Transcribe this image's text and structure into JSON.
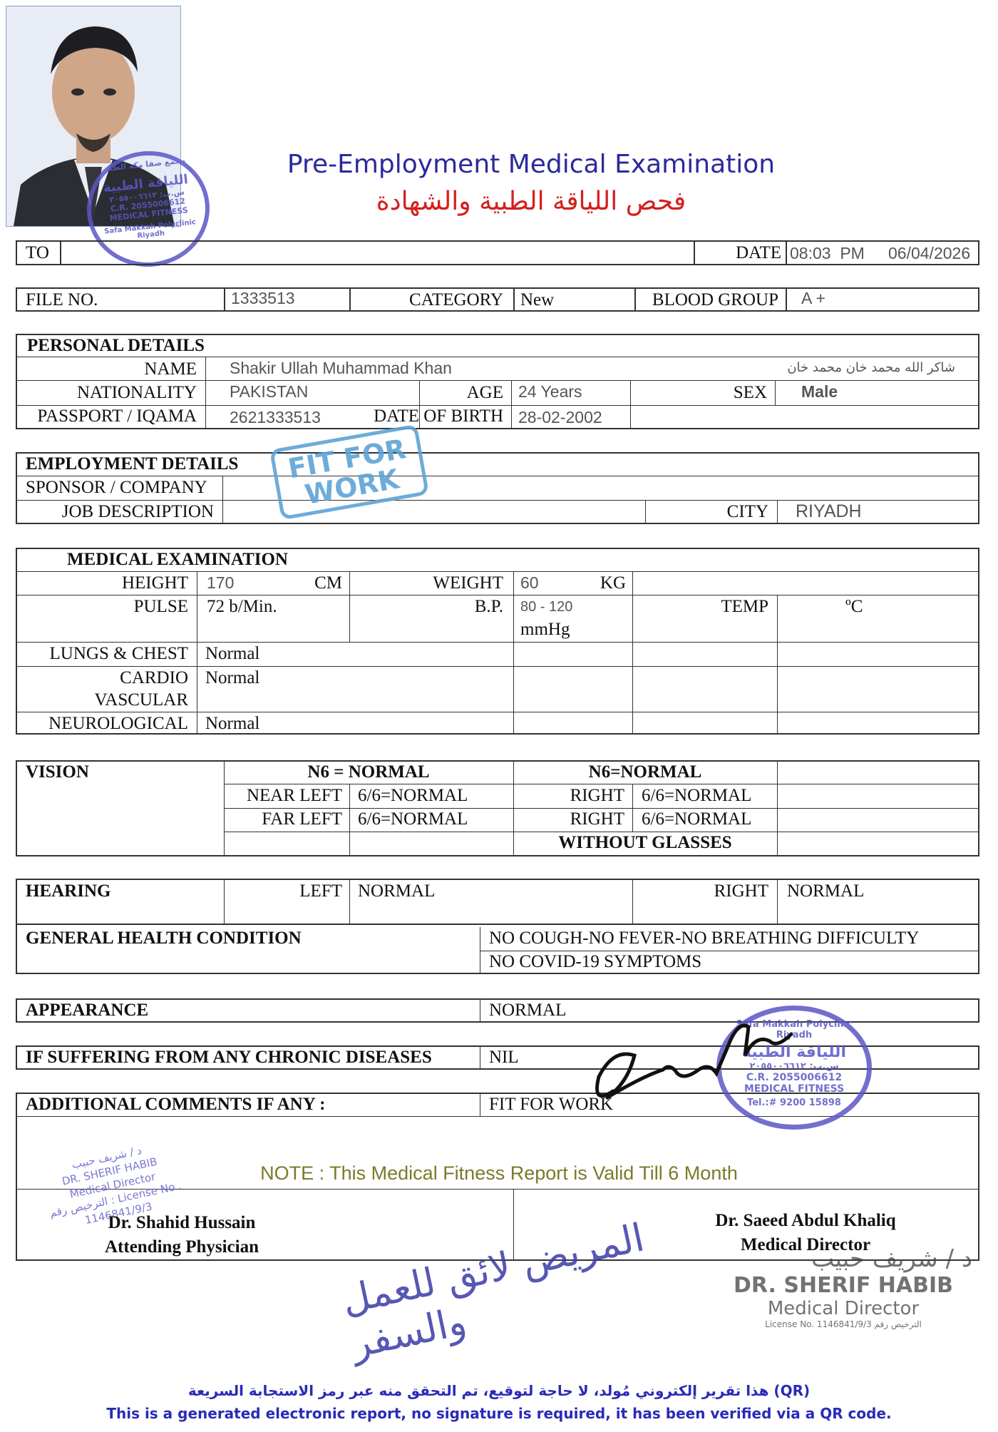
{
  "header": {
    "title_en": "Pre-Employment Medical Examination",
    "title_ar": "فحص اللياقة الطبية والشهادة"
  },
  "photo_stamp": {
    "line1": "مجمع صفا مكة الطبي",
    "line2": "اللياقة الطبية",
    "line3": "س.ب: ٢٠٥٥٠٠٦٦١٢",
    "line4": "C.R. 2055006612",
    "line5": "MEDICAL FITNESS",
    "line6": "Safa Makkah Polyclinic Riyadh"
  },
  "top_row": {
    "to_label": "TO",
    "to_value": "",
    "date_label": "DATE",
    "time_value": "08:03  PM",
    "date_value": "06/04/2026"
  },
  "file_row": {
    "file_label": "FILE NO.",
    "file_value": "1333513",
    "category_label": "CATEGORY",
    "category_value": "New",
    "blood_label": "BLOOD GROUP",
    "blood_value": "A +"
  },
  "personal": {
    "heading": "PERSONAL DETAILS",
    "name_label": "NAME",
    "name_value": "Shakir Ullah Muhammad Khan",
    "name_ar": "شاكر الله محمد خان محمد خان",
    "nationality_label": "NATIONALITY",
    "nationality_value": "PAKISTAN",
    "age_label": "AGE",
    "age_value": "24 Years",
    "sex_label": "SEX",
    "sex_value": "Male",
    "passport_label": "PASSPORT / IQAMA",
    "passport_value": "2621333513",
    "dob_label": "DATE OF BIRTH",
    "dob_value": "28-02-2002"
  },
  "employment": {
    "heading": "EMPLOYMENT DETAILS",
    "sponsor_label": "SPONSOR / COMPANY",
    "sponsor_value": "",
    "job_label": "JOB DESCRIPTION",
    "job_value": "",
    "city_label": "CITY",
    "city_value": "RIYADH",
    "stamp_line1": "FIT FOR",
    "stamp_line2": "WORK"
  },
  "medical": {
    "heading": "MEDICAL EXAMINATION",
    "height_label": "HEIGHT",
    "height_value": "170",
    "height_unit": "CM",
    "weight_label": "WEIGHT",
    "weight_value": "60",
    "weight_unit": "KG",
    "pulse_label": "PULSE",
    "pulse_value": "72 b/Min.",
    "bp_label": "B.P.",
    "bp_value": "80 - 120",
    "bp_unit": "mmHg",
    "temp_label": "TEMP",
    "temp_unit": "ºC",
    "lungs_label": "LUNGS & CHEST",
    "lungs_value": "Normal",
    "cardio_label1": "CARDIO",
    "cardio_label2": "VASCULAR",
    "cardio_value": "Normal",
    "neuro_label": "NEUROLOGICAL",
    "neuro_value": "Normal"
  },
  "vision": {
    "heading": "VISION",
    "left_header": "N6 = NORMAL",
    "right_header": "N6=NORMAL",
    "near_left_label": "NEAR LEFT",
    "near_left_value": "6/6=NORMAL",
    "near_right_label": "RIGHT",
    "near_right_value": "6/6=NORMAL",
    "far_left_label": "FAR LEFT",
    "far_left_value": "6/6=NORMAL",
    "far_right_label": "RIGHT",
    "far_right_value": "6/6=NORMAL",
    "glasses": "WITHOUT GLASSES"
  },
  "hearing": {
    "heading": "HEARING",
    "left_label": "LEFT",
    "left_value": "NORMAL",
    "right_label": "RIGHT",
    "right_value": "NORMAL"
  },
  "general": {
    "heading": "GENERAL HEALTH CONDITION",
    "line1": "NO COUGH-NO FEVER-NO BREATHING DIFFICULTY",
    "line2": "NO COVID-19 SYMPTOMS"
  },
  "appearance": {
    "heading": "APPEARANCE",
    "value": "NORMAL"
  },
  "chronic": {
    "heading": "IF SUFFERING FROM ANY CHRONIC DISEASES",
    "value": "NIL"
  },
  "comments": {
    "heading": "ADDITIONAL COMMENTS IF ANY :",
    "value": "FIT FOR WORK"
  },
  "right_stamp": {
    "line1": "Safa Makkah Polyclinc Riyadh",
    "line2": "اللياقة الطبية",
    "line3": "س.ب: ٢٠٥٥٠٠٦٦١٢",
    "line4": "C.R. 2055006612",
    "line5": "MEDICAL FITNESS",
    "line6": "Tel.:# 9200 15898"
  },
  "note": "NOTE : This Medical Fitness Report is Valid Till 6 Month",
  "left_doctor_stamp": {
    "line1": "د / شريف حبيب",
    "line2": "DR. SHERIF HABIB",
    "line3": "Medical Director",
    "line4": "الترخيص رقم : License No.. 1146841/9/3"
  },
  "attending": {
    "name": "Dr. Shahid Hussain",
    "title": "Attending Physician"
  },
  "director": {
    "name": "Dr. Saeed Abdul Khaliq",
    "title": "Medical Director"
  },
  "handwritten_ar": "المريض لائق للعمل والسفر",
  "director_stamp": {
    "line1": "د / شريف حبيب",
    "line2": "DR. SHERIF HABIB",
    "line3": "Medical Director",
    "line4": "License No. 1146841/9/3   الترخيص رقم"
  },
  "footer": {
    "arabic": "هذا تقرير إلكتروني مُولد، لا حاجة لتوقيع، تم التحقق منه عبر رمز الاستجابة السريعة (QR)",
    "english": "This is a generated electronic report, no signature is required, it has been verified via a QR code."
  },
  "colors": {
    "title_blue": "#2a2a9a",
    "title_red": "#d3201e",
    "stamp_purple": "#5a57c6",
    "fit_blue": "#5ea4d6",
    "note_olive": "#7a7a2a",
    "footer_blue": "#2a2ab8"
  }
}
